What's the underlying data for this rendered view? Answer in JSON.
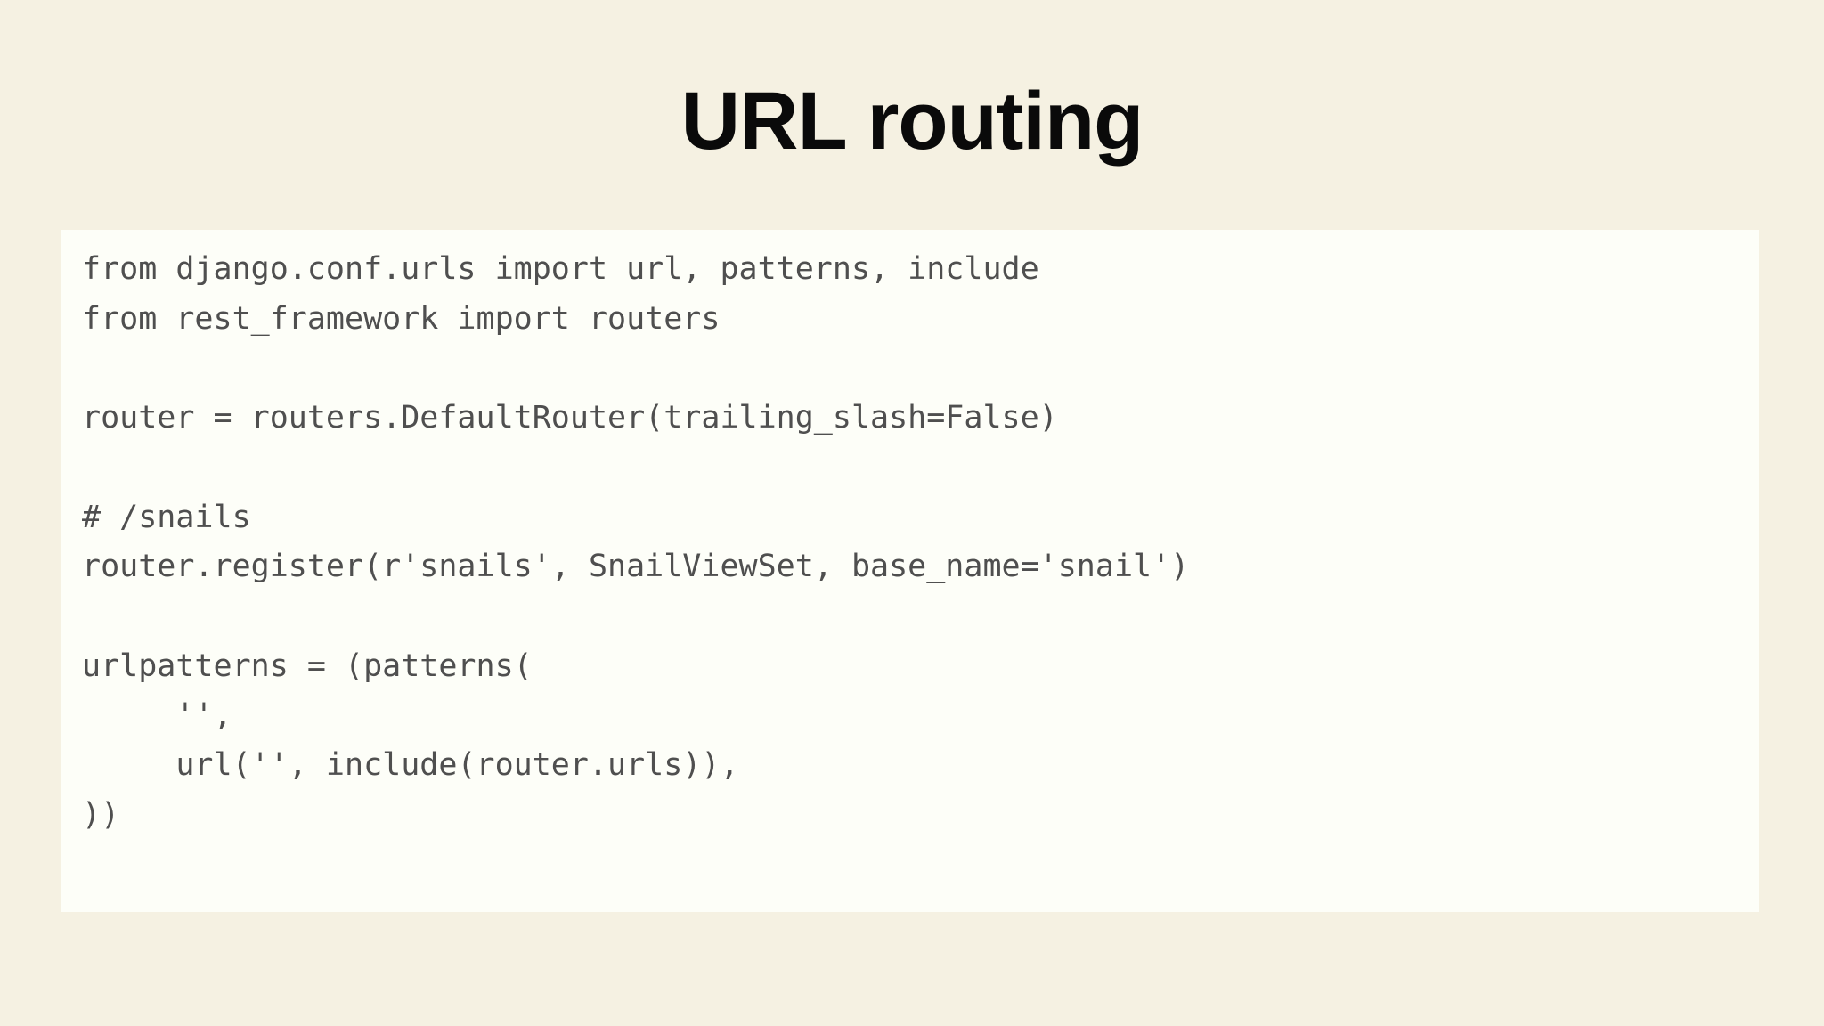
{
  "slide": {
    "title": "URL routing",
    "colors": {
      "background": "#f5f1e2",
      "card": "#fdfef8",
      "title_text": "#0a0a0a",
      "code_text": "#4f4f4f"
    }
  },
  "code": {
    "language": "python",
    "lines": [
      "from django.conf.urls import url, patterns, include",
      "from rest_framework import routers",
      "",
      "router = routers.DefaultRouter(trailing_slash=False)",
      "",
      "# /snails",
      "router.register(r'snails', SnailViewSet, base_name='snail')",
      "",
      "urlpatterns = (patterns(",
      "     '',",
      "     url('', include(router.urls)),",
      "))"
    ]
  }
}
